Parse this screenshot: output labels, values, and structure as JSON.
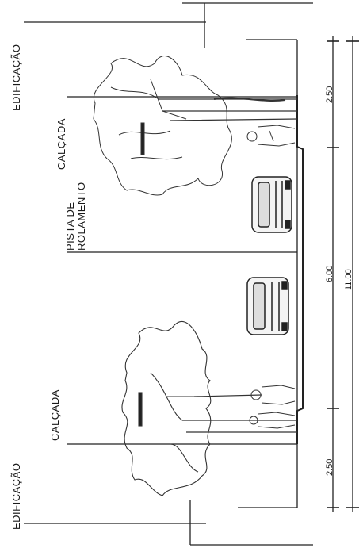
{
  "labels": {
    "edificacao_top": "EDIFICAÇÃO",
    "edificacao_bottom": "EDIFICAÇÃO",
    "calcada_top": "CALÇADA",
    "calcada_bottom": "CALÇADA",
    "pista": "PISTA DE\nROLAMENTO"
  },
  "dimensions": {
    "sidewalk_top": "2.50",
    "roadway": "6.00",
    "sidewalk_bottom": "2.50",
    "total": "11.00"
  }
}
